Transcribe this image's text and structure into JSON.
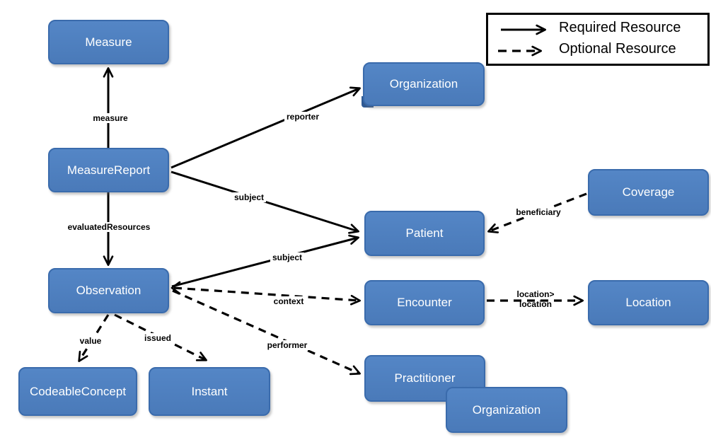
{
  "diagram": {
    "description": "FHIR MeasureReport resource relationship diagram"
  },
  "legend": {
    "items": [
      {
        "label": "Required Resource",
        "line_style": "solid"
      },
      {
        "label": "Optional Resource",
        "line_style": "dashed"
      }
    ]
  },
  "nodes": [
    {
      "id": "measure",
      "label": "Measure"
    },
    {
      "id": "measure-report",
      "label": "MeasureReport"
    },
    {
      "id": "observation",
      "label": "Observation"
    },
    {
      "id": "codeable-concept",
      "label": "CodeableConcept"
    },
    {
      "id": "instant",
      "label": "Instant"
    },
    {
      "id": "organization-top",
      "label": "Organization"
    },
    {
      "id": "patient",
      "label": "Patient"
    },
    {
      "id": "encounter",
      "label": "Encounter"
    },
    {
      "id": "practitioner",
      "label": "Practitioner"
    },
    {
      "id": "organization-bottom",
      "label": "Organization"
    },
    {
      "id": "coverage",
      "label": "Coverage"
    },
    {
      "id": "location",
      "label": "Location"
    }
  ],
  "edges": [
    {
      "label": "measure",
      "from": "MeasureReport",
      "to": "Measure",
      "type": "required"
    },
    {
      "label": "reporter",
      "from": "MeasureReport",
      "to": "Organization",
      "type": "required"
    },
    {
      "label": "subject",
      "from": "MeasureReport",
      "to": "Patient",
      "type": "required"
    },
    {
      "label": "evaluatedResources",
      "from": "MeasureReport",
      "to": "Observation",
      "type": "required"
    },
    {
      "label": "subject",
      "from": "Observation",
      "to": "Patient",
      "type": "required"
    },
    {
      "label": "context",
      "from": "Observation",
      "to": "Encounter",
      "type": "optional"
    },
    {
      "label": "performer",
      "from": "Observation",
      "to": "Practitioner",
      "type": "optional"
    },
    {
      "label": "value",
      "from": "Observation",
      "to": "CodeableConcept",
      "type": "optional"
    },
    {
      "label": "issued",
      "from": "Observation",
      "to": "Instant",
      "type": "optional"
    },
    {
      "label": "beneficiary",
      "from": "Coverage",
      "to": "Patient",
      "type": "optional"
    },
    {
      "label": "location>\nlocation",
      "from": "Encounter",
      "to": "Location",
      "type": "optional"
    }
  ],
  "colors": {
    "node_fill": "#4D7EC0",
    "node_border": "#3A6BAC",
    "node_text": "#FFFFFF",
    "arrow": "#000000",
    "label_text": "#000000",
    "legend_border": "#000000"
  }
}
